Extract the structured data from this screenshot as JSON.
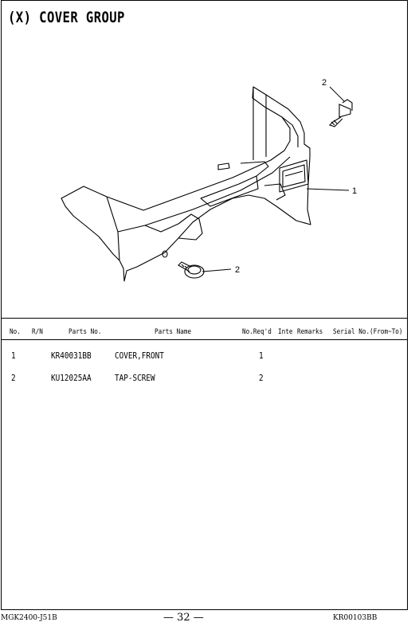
{
  "title": "(X) COVER GROUP",
  "callouts": {
    "c1": "1",
    "c2_top": "2",
    "c2_bottom": "2"
  },
  "table": {
    "headers": {
      "no": "No.",
      "rn": "R/N",
      "parts_no": "Parts No.",
      "parts_name": "Parts Name",
      "no_reqd": "No.Req'd",
      "inte": "Inte",
      "remarks": "Remarks",
      "serial": "Serial No.(From~To)"
    },
    "rows": [
      {
        "no": "1",
        "parts_no": "KR40031BB",
        "parts_name": "COVER,FRONT",
        "qty": "1"
      },
      {
        "no": "2",
        "parts_no": "KU12025AA",
        "parts_name": "TAP-SCREW",
        "qty": "2"
      }
    ]
  },
  "footer": {
    "left": "MGK2400-J51B",
    "page": "— 32 —",
    "right": "KR00103BB"
  }
}
